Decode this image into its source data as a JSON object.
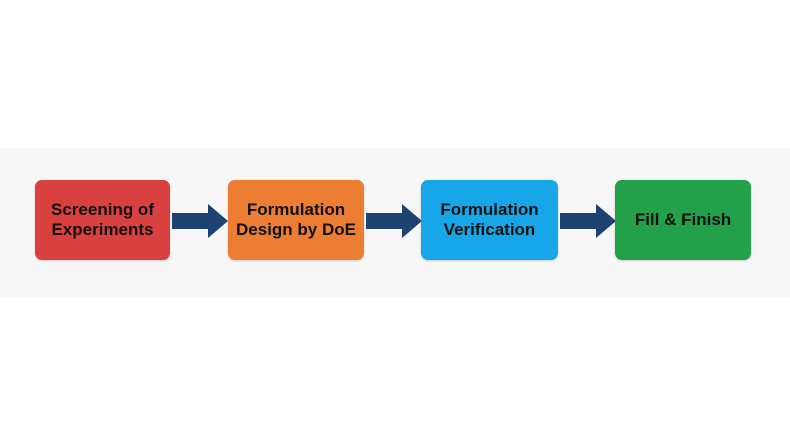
{
  "colors": {
    "screening": "#d94141",
    "design": "#ee7d34",
    "verification": "#17a7e8",
    "fill_finish": "#23a04a",
    "arrow": "#1d4373"
  },
  "steps": [
    {
      "label": "Screening of Experiments"
    },
    {
      "label": "Formulation Design by DoE"
    },
    {
      "label": "Formulation Verification"
    },
    {
      "label": "Fill & Finish"
    }
  ]
}
